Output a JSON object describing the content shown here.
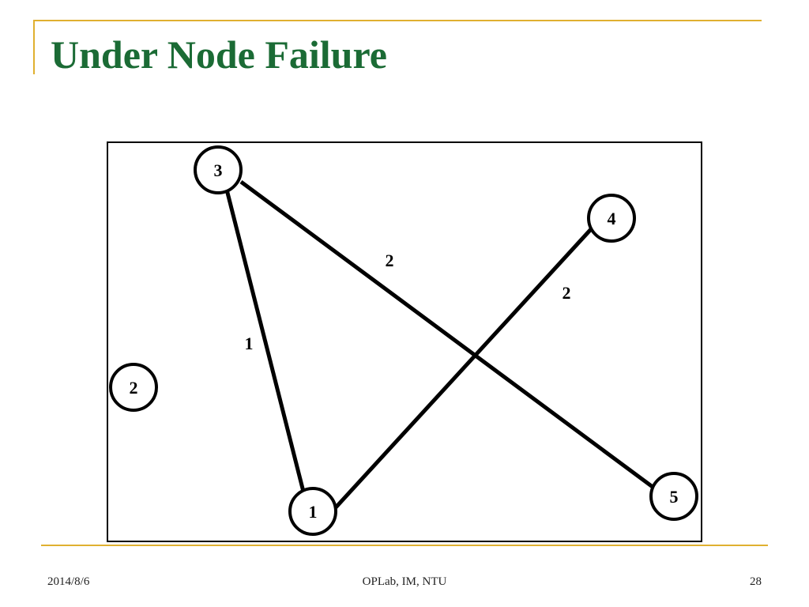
{
  "slide": {
    "title": "Under Node Failure",
    "footer": {
      "date": "2014/8/6",
      "center": "OPLab, IM, NTU",
      "page": "28"
    }
  },
  "diagram": {
    "nodes": [
      {
        "id": "3",
        "label": "3"
      },
      {
        "id": "4",
        "label": "4"
      },
      {
        "id": "2",
        "label": "2"
      },
      {
        "id": "1",
        "label": "1"
      },
      {
        "id": "5",
        "label": "5"
      }
    ],
    "edges": [
      {
        "from": "3",
        "to": "1",
        "label": "1"
      },
      {
        "from": "3",
        "to": "5",
        "label": "2"
      },
      {
        "from": "1",
        "to": "4",
        "label": "2"
      }
    ]
  },
  "colors": {
    "title": "#1b6b35",
    "accent": "#e0b030"
  }
}
